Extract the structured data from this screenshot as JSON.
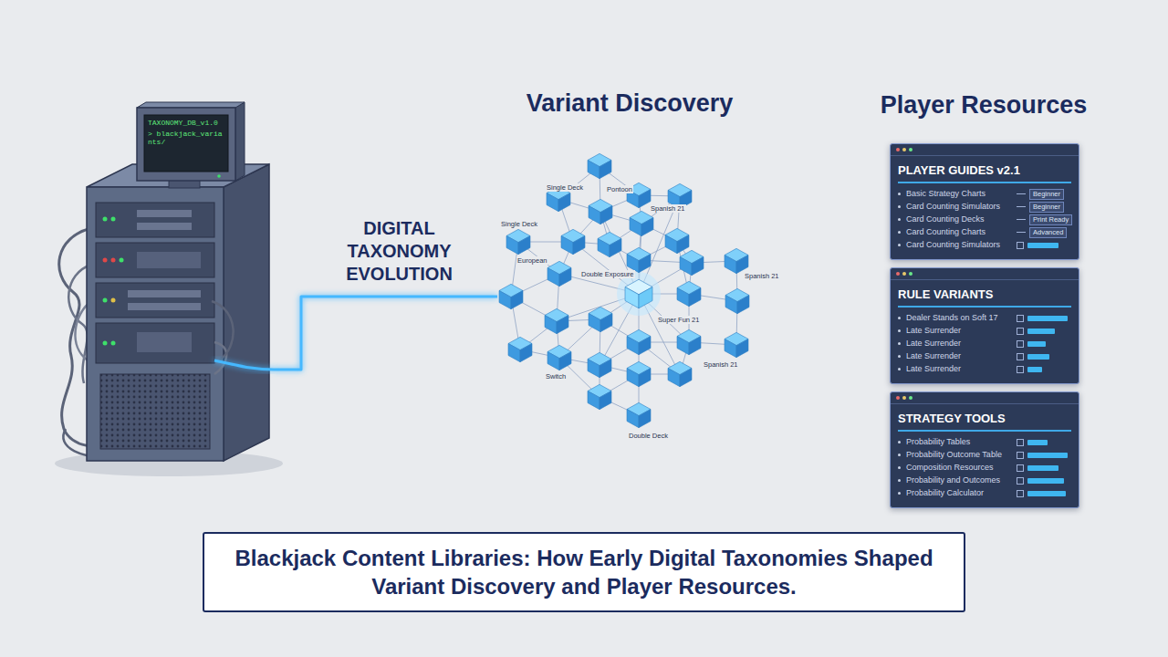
{
  "diagram": {
    "caption": "Blackjack Content Libraries: How Early Digital Taxonomies Shaped Variant Discovery and Player Resources.",
    "nodes": [
      {
        "text": [
          "TAXONOMY_DB_v1.0",
          "> blackjack_variants/"
        ]
      },
      {
        "text": [
          "Variant Discovery"
        ]
      },
      {
        "text": [
          "PLAYER GUIDES v2.1",
          "Basic Strategy Charts",
          "Card Counting Simulators",
          "Card Counting Decks",
          "Card Counting Charts",
          "Card Counting Simulators",
          "Beginner",
          "Beginner",
          "Print Ready",
          "Advanced"
        ]
      },
      {
        "text": [
          "RULE VARIANTS",
          "Dealer Stands on Soft 17",
          "Late Surrender",
          "Late Surrender",
          "Late Surrender",
          "Late Surrender"
        ]
      },
      {
        "text": [
          "STRATEGY TOOLS",
          "Probability Tables",
          "Probability Outcome Table",
          "Composition Resources",
          "Probability and Outcomes",
          "Probability Calculator"
        ]
      }
    ],
    "edges": [
      {
        "from": 0,
        "to": 1,
        "arrow": "none",
        "label": "DIGITAL TAXONOMY EVOLUTION"
      },
      {
        "from": 1,
        "to": 3,
        "arrow": "none"
      }
    ],
    "labels": [
      "Player Resources",
      "Single Deck",
      "Single Deck",
      "Pontoon",
      "Spanish 21",
      "Double Exposure",
      "European",
      "Spanish 21",
      "Super Fun 21",
      "Switch",
      "Spanish 21",
      "Double Deck"
    ]
  }
}
